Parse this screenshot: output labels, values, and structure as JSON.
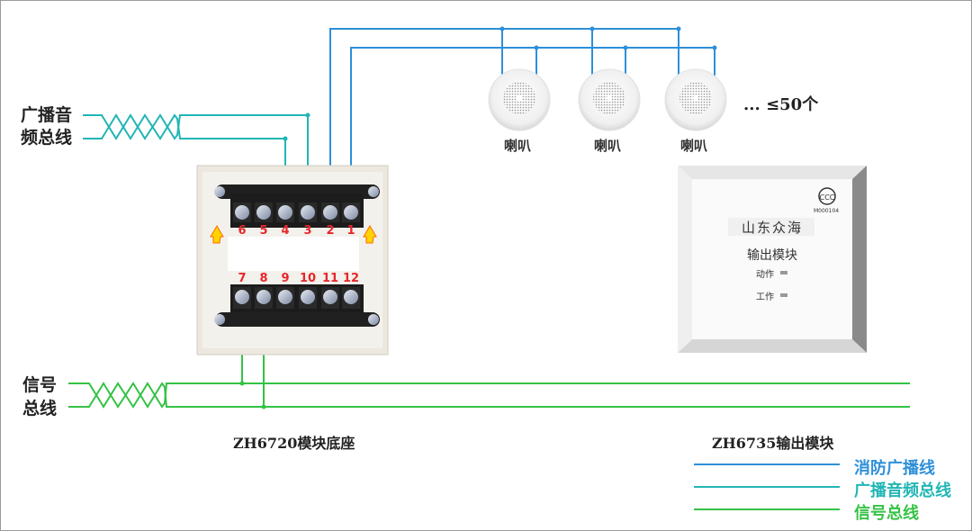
{
  "colors": {
    "fire_broadcast": "#2e8fd9",
    "audio_bus": "#22b5b5",
    "signal_bus": "#35c245",
    "terminal_number": "#e8262a"
  },
  "left_labels": {
    "audio_bus_line1": "广播音",
    "audio_bus_line2": "频总线",
    "signal_bus_line1": "信号",
    "signal_bus_line2": "总线"
  },
  "speakers": [
    {
      "label": "喇叭"
    },
    {
      "label": "喇叭"
    },
    {
      "label": "喇叭"
    }
  ],
  "speaker_count": "... ≤50个",
  "base": {
    "caption": "ZH6720模块底座",
    "top_terminals": [
      "6",
      "5",
      "4",
      "3",
      "2",
      "1"
    ],
    "bottom_terminals": [
      "7",
      "8",
      "9",
      "10",
      "11",
      "12"
    ]
  },
  "module": {
    "caption": "ZH6735输出模块",
    "brand": "山东众海",
    "name": "输出模块",
    "cert_code": "M000104",
    "indicators": [
      {
        "label": "动作"
      },
      {
        "label": "工作"
      }
    ]
  },
  "legend": [
    {
      "label": "消防广播线",
      "color": "#2e8fd9"
    },
    {
      "label": "广播音频总线",
      "color": "#22b5b5"
    },
    {
      "label": "信号总线",
      "color": "#35c245"
    }
  ]
}
